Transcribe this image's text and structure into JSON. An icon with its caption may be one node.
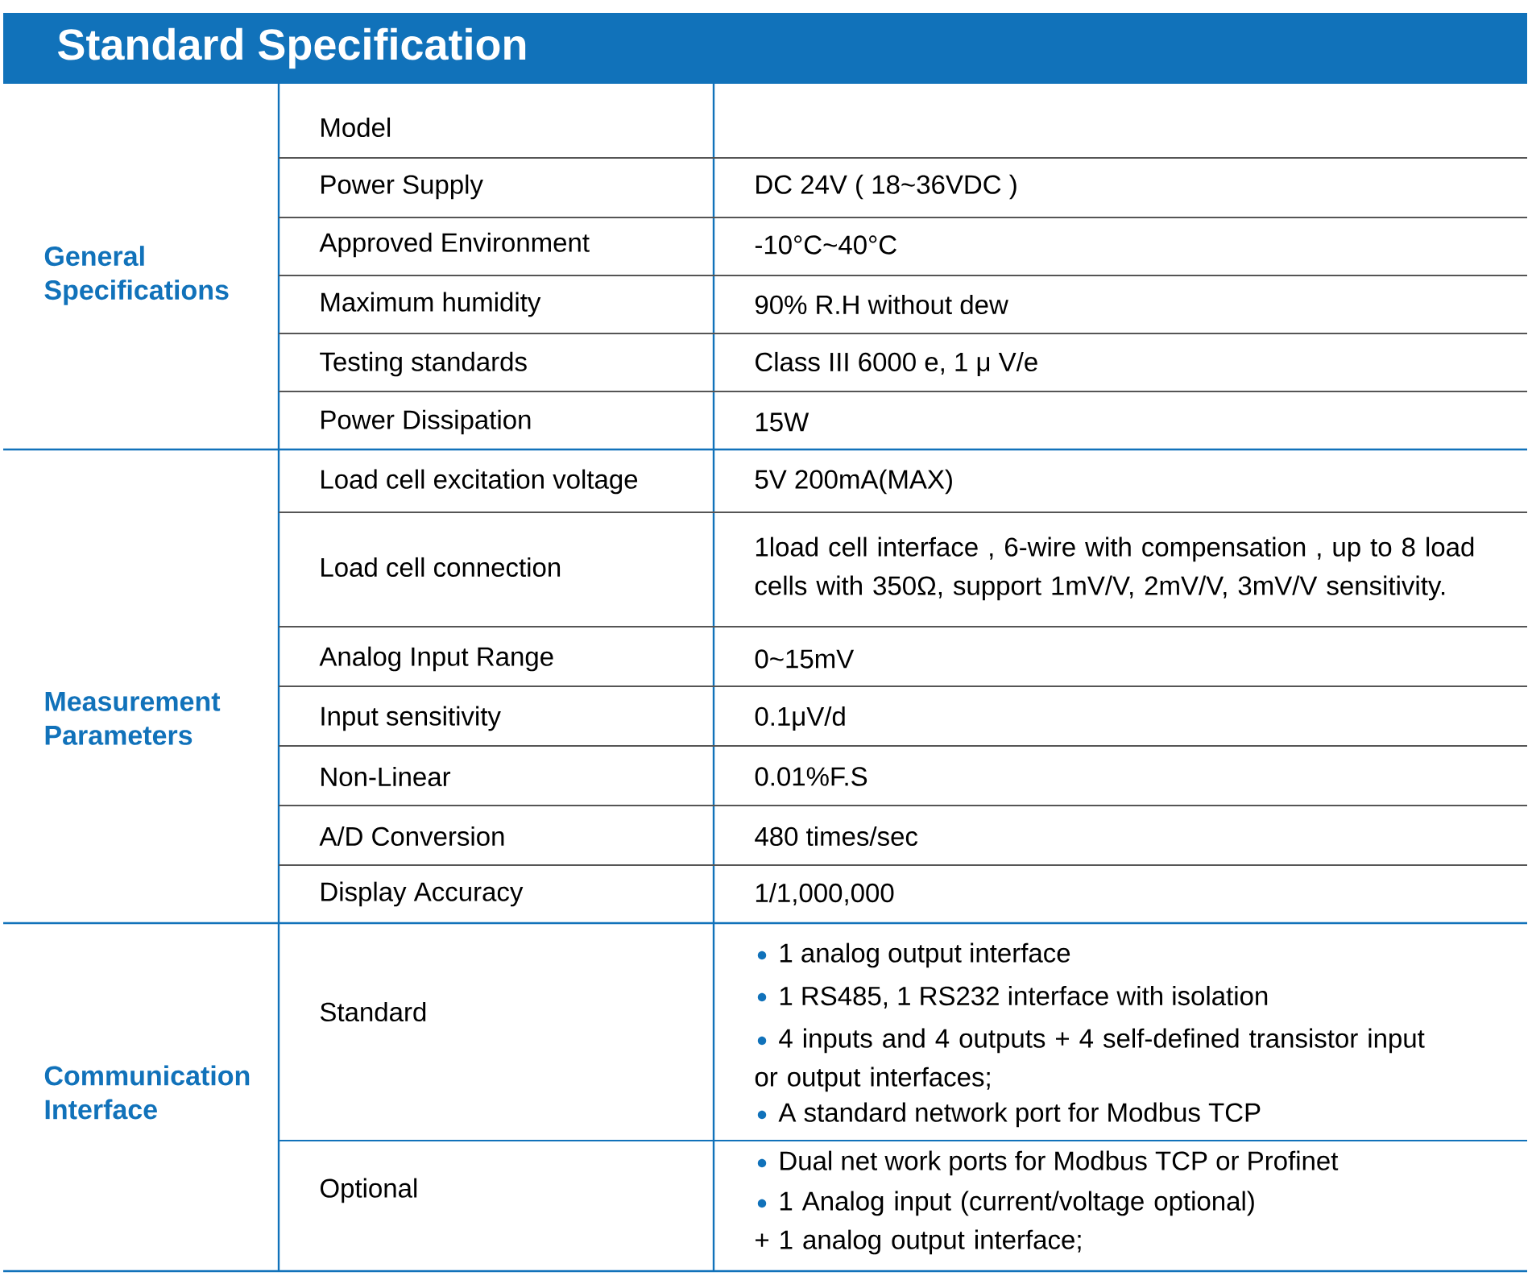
{
  "diagram": {
    "title": "Standard Specification",
    "labels": [
      "General Specifications",
      "Model",
      "Power Supply",
      "DC 24V ( 18~36VDC )",
      "Approved Environment",
      "-10°C~40°C",
      "Maximum humidity",
      "90% R.H without dew",
      "Testing standards",
      "Class III 6000 e, 1 μ V/e",
      "Power Dissipation",
      "15W",
      "Measurement Parameters",
      "Load cell excitation voltage",
      "5V 200mA(MAX)",
      "Load cell connection",
      "1load cell interface , 6-wire with compensation , up to 8 load cells with 350Ω, support 1mV/V, 2mV/V, 3mV/V sensitivity.",
      "Analog Input Range",
      "0~15mV",
      "Input sensitivity",
      "0.1μV/d",
      "Non-Linear",
      "0.01%F.S",
      "A/D Conversion",
      "480 times/sec",
      "Display Accuracy",
      "1/1,000,000",
      "Communication Interface",
      "Standard",
      "1 analog output interface",
      "1 RS485, 1 RS232 interface with isolation",
      "4 inputs and 4 outputs + 4 self-defined transistor input or output interfaces;",
      "A standard network port for Modbus TCP",
      "Optional",
      "Dual net work ports for Modbus TCP or Profinet",
      "1 Analog input (current/voltage optional) + 1 analog output interface;"
    ]
  }
}
